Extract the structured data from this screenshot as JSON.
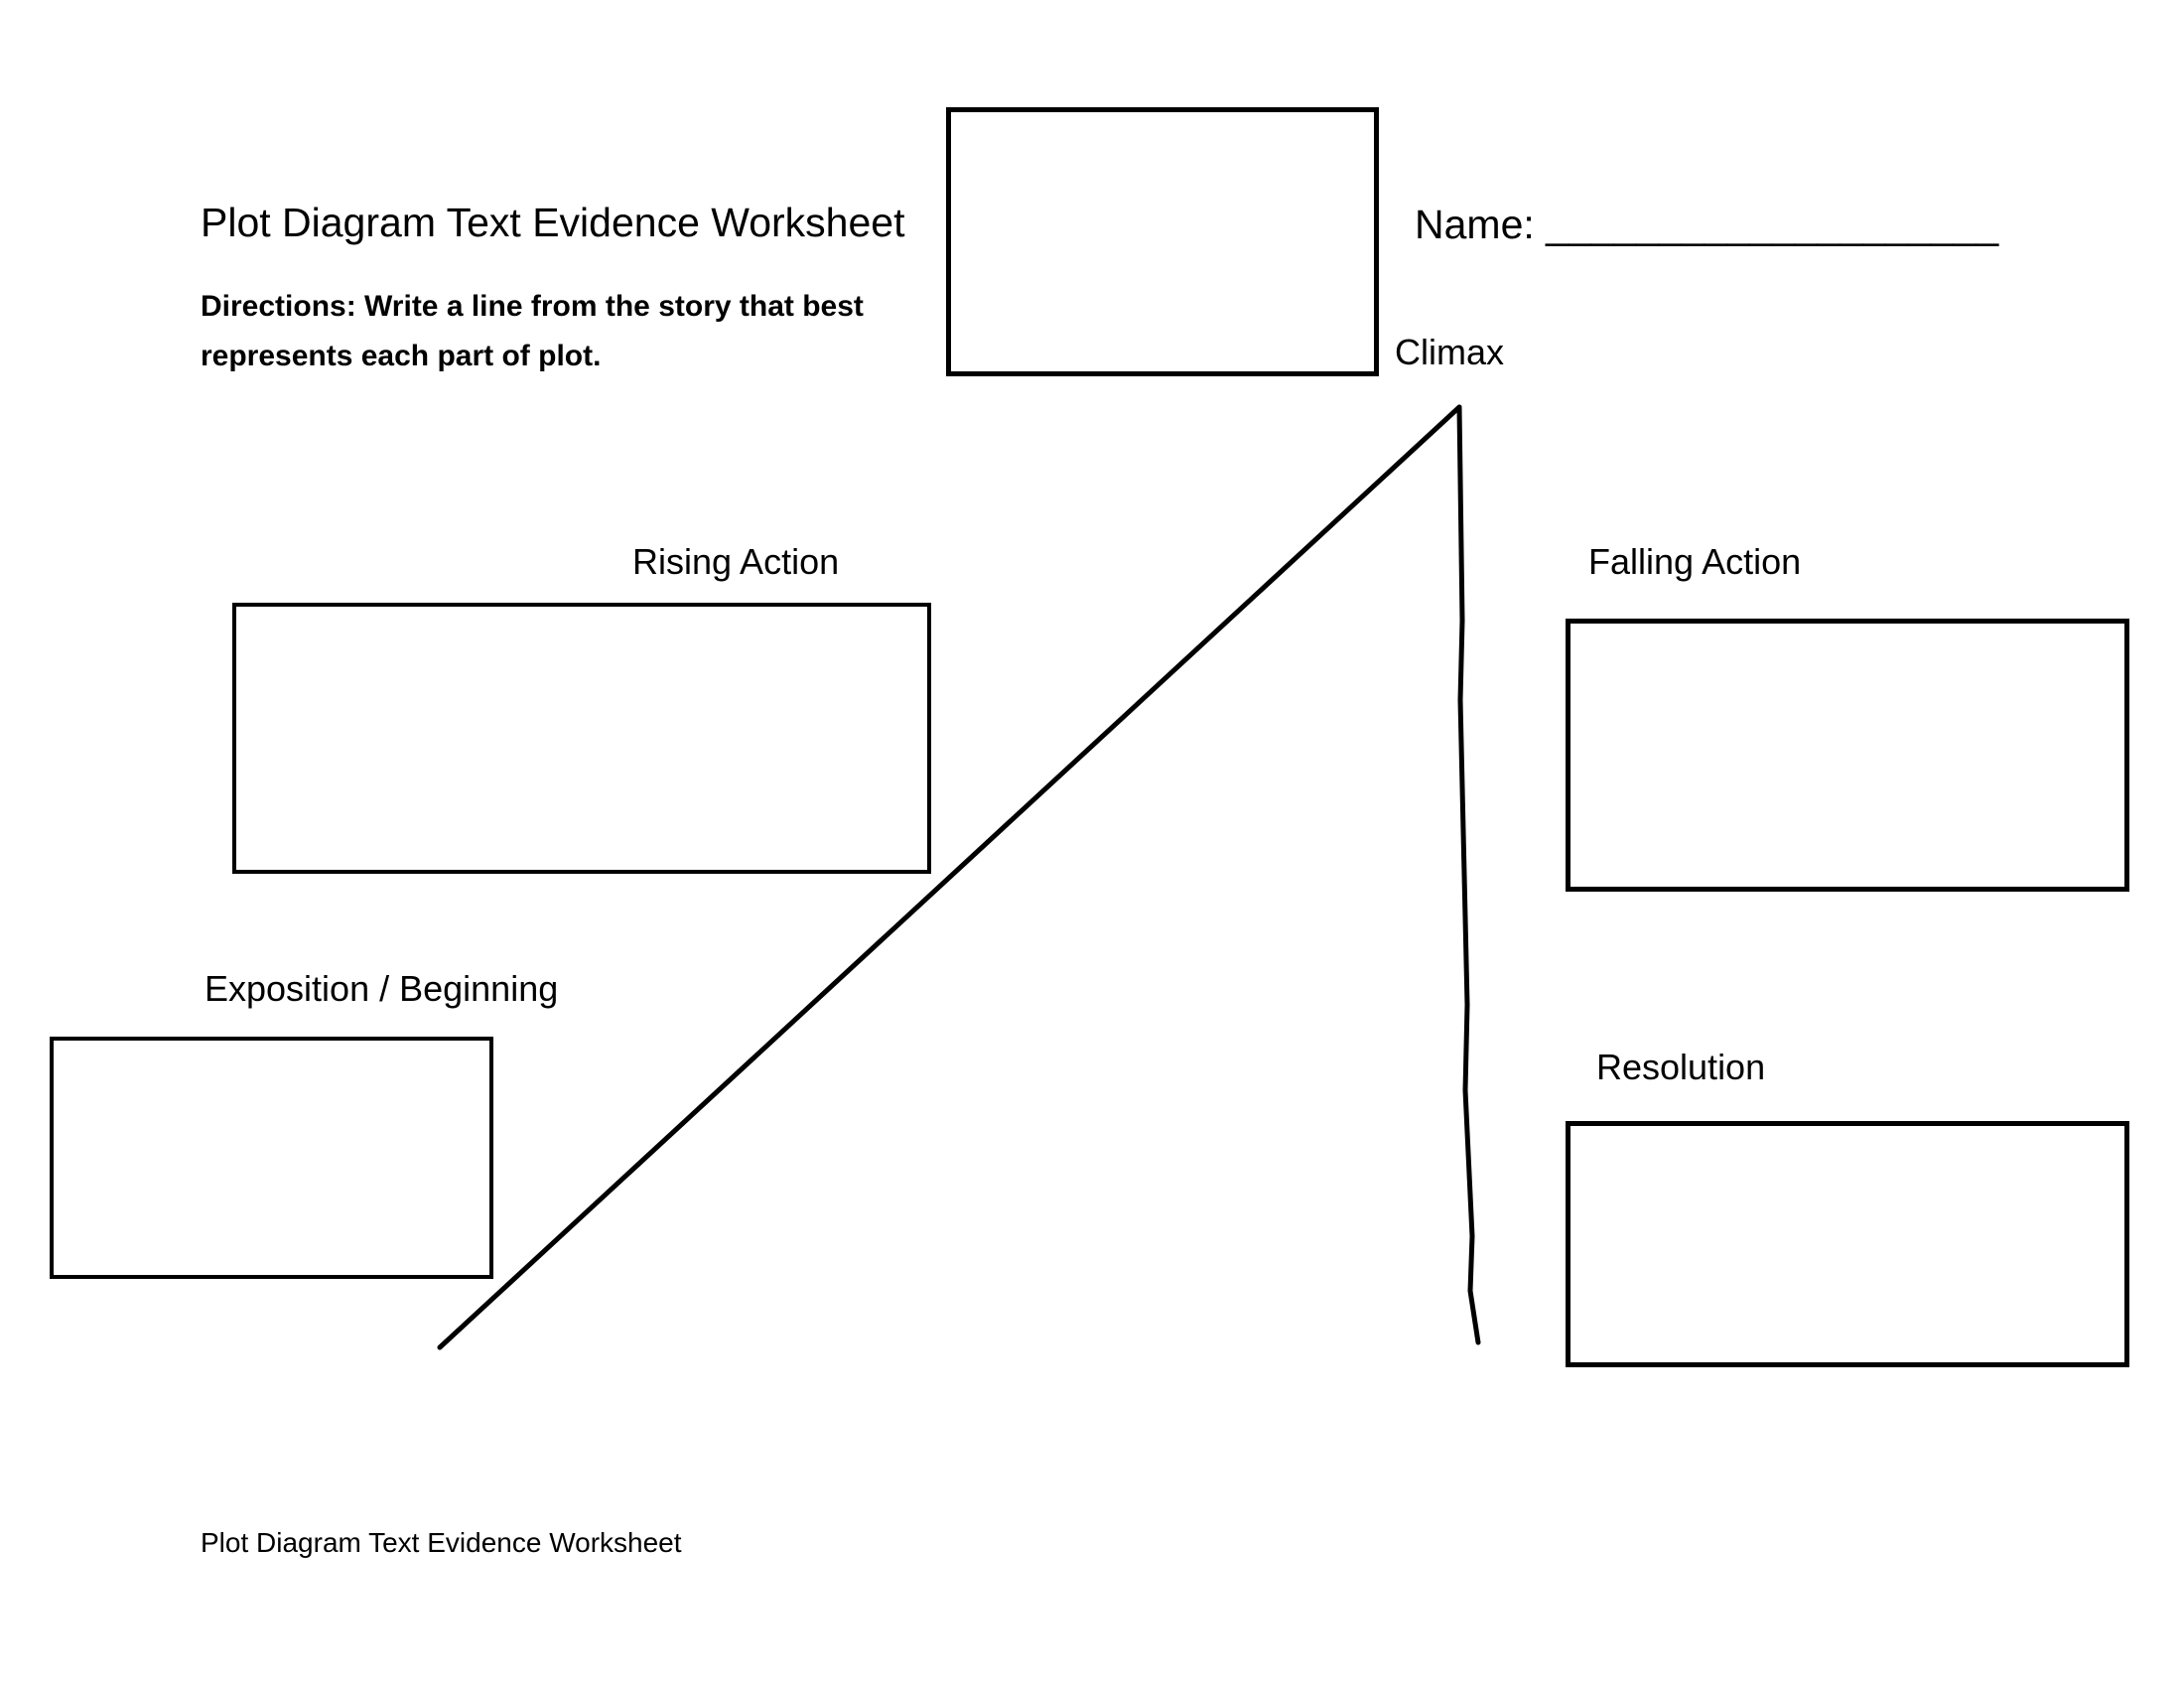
{
  "header": {
    "title": "Plot Diagram Text Evidence Worksheet",
    "name_label": "Name:",
    "name_blank": "____________________",
    "directions_line1": "Directions: Write a line from the story that best",
    "directions_line2": "represents each part of plot."
  },
  "diagram": {
    "climax": {
      "label": "Climax"
    },
    "rising_action": {
      "label": "Rising Action"
    },
    "falling_action": {
      "label": "Falling Action"
    },
    "exposition": {
      "label": "Exposition / Beginning"
    },
    "resolution": {
      "label": "Resolution"
    }
  },
  "footer": {
    "text": "Plot Diagram Text Evidence Worksheet"
  },
  "colors": {
    "ink": "#000000",
    "paper": "#ffffff"
  }
}
